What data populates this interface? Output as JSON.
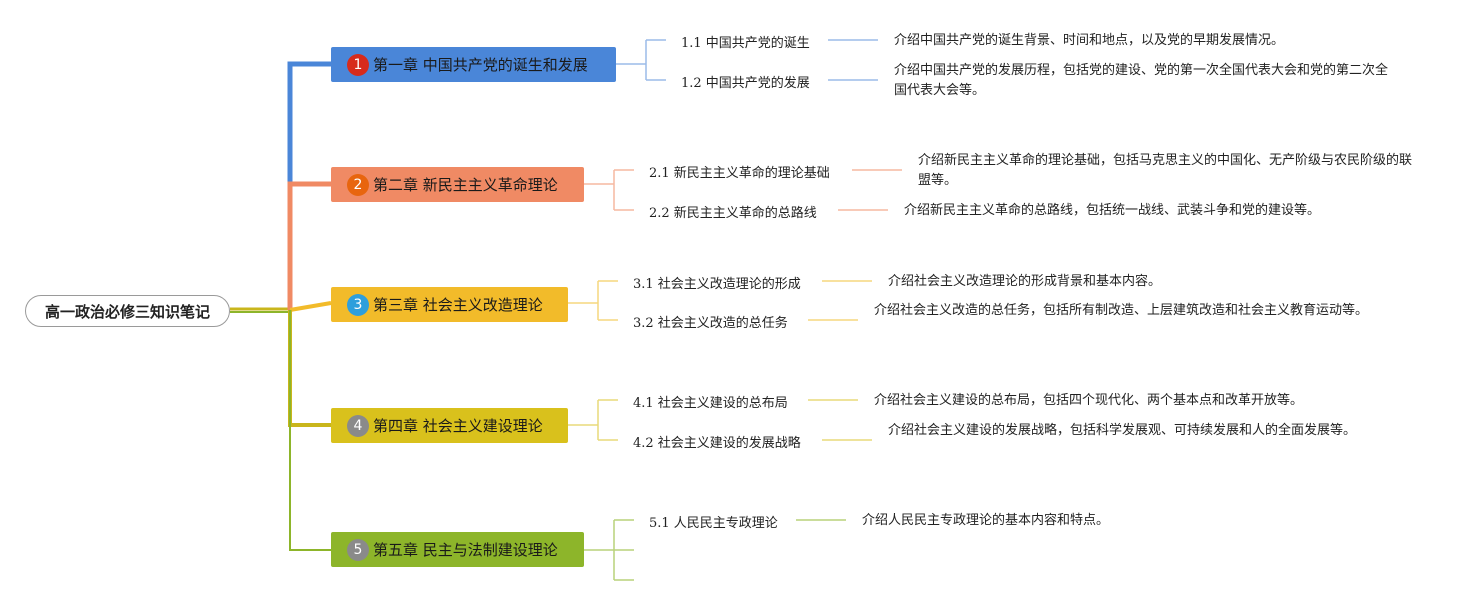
{
  "root": {
    "title": "高一政治必修三知识笔记"
  },
  "chapters": [
    {
      "num": "1",
      "title": "第一章 中国共产党的诞生和发展",
      "color": "#4a86d8",
      "badge": "#d72b1c",
      "subs": [
        {
          "title": "1.1 中国共产党的诞生",
          "desc": "介绍中国共产党的诞生背景、时间和地点，以及党的早期发展情况。"
        },
        {
          "title": "1.2 中国共产党的发展",
          "desc": "介绍中国共产党的发展历程，包括党的建设、党的第一次全国代表大会和党的第二次全国代表大会等。"
        }
      ]
    },
    {
      "num": "2",
      "title": "第二章 新民主主义革命理论",
      "color": "#f08a64",
      "badge": "#e8650e",
      "subs": [
        {
          "title": "2.1 新民主主义革命的理论基础",
          "desc": "介绍新民主主义革命的理论基础，包括马克思主义的中国化、无产阶级与农民阶级的联盟等。"
        },
        {
          "title": "2.2 新民主主义革命的总路线",
          "desc": "介绍新民主主义革命的总路线，包括统一战线、武装斗争和党的建设等。"
        }
      ]
    },
    {
      "num": "3",
      "title": "第三章 社会主义改造理论",
      "color": "#f2bb2a",
      "badge": "#2e9fdc",
      "subs": [
        {
          "title": "3.1 社会主义改造理论的形成",
          "desc": "介绍社会主义改造理论的形成背景和基本内容。"
        },
        {
          "title": "3.2 社会主义改造的总任务",
          "desc": "介绍社会主义改造的总任务，包括所有制改造、上层建筑改造和社会主义教育运动等。"
        }
      ]
    },
    {
      "num": "4",
      "title": "第四章 社会主义建设理论",
      "color": "#d9c11c",
      "badge": "#8a8a8a",
      "subs": [
        {
          "title": "4.1 社会主义建设的总布局",
          "desc": "介绍社会主义建设的总布局，包括四个现代化、两个基本点和改革开放等。"
        },
        {
          "title": "4.2 社会主义建设的发展战略",
          "desc": "介绍社会主义建设的发展战略，包括科学发展观、可持续发展和人的全面发展等。"
        }
      ]
    },
    {
      "num": "5",
      "title": "第五章 民主与法制建设理论",
      "color": "#8db52a",
      "badge": "#8a8a8a",
      "subs": [
        {
          "title": "5.1 人民民主专政理论",
          "desc": "介绍人民民主专政理论的基本内容和特点。"
        }
      ]
    }
  ]
}
